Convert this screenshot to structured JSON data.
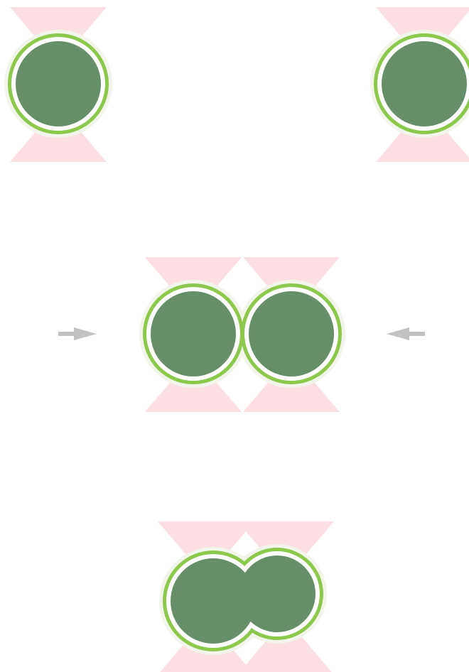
{
  "diagram": {
    "description_free": true,
    "stages": [
      {
        "id": "separated",
        "arrows": "none"
      },
      {
        "id": "approaching",
        "arrows": "inward"
      },
      {
        "id": "merging",
        "arrows": "none"
      }
    ]
  },
  "colors": {
    "background": "#ffffff",
    "cone": "#fbdfe3",
    "halo": "#f2f5ea",
    "ring_outer": "#8cc84b",
    "ring_white": "#ffffff",
    "core": "#668e68",
    "arrow": "#c2c2c2"
  },
  "icons": {
    "arrow_left_side": "arrow-right-icon",
    "arrow_right_side": "arrow-left-icon"
  }
}
